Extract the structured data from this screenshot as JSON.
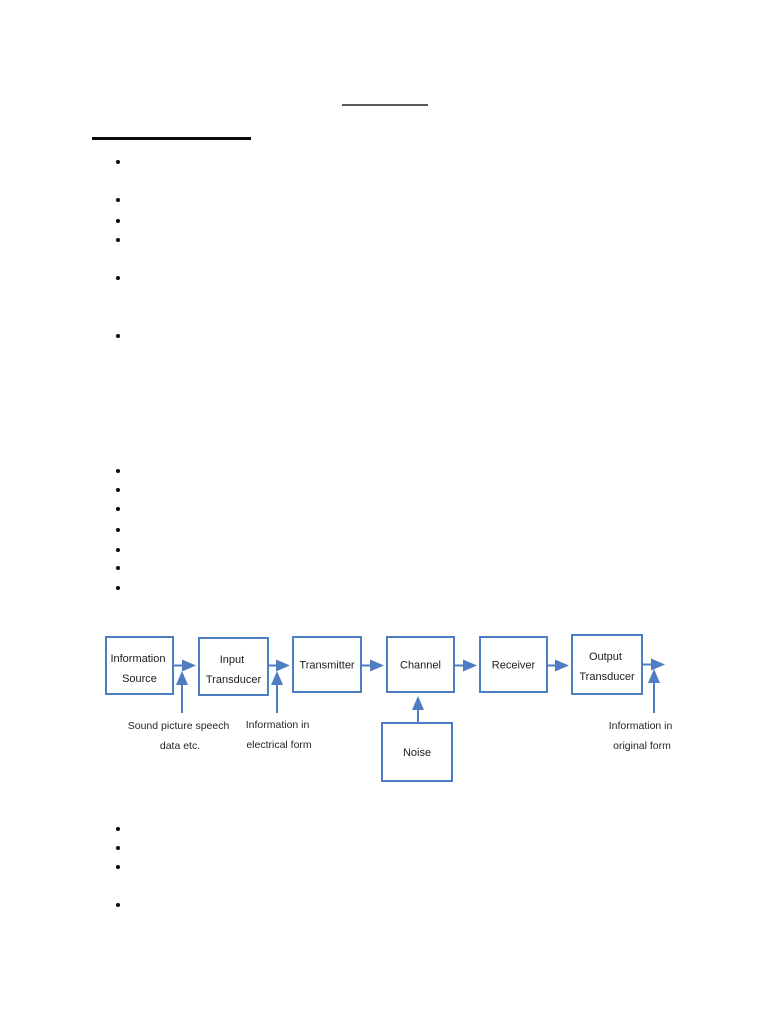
{
  "document": {
    "background": "#ffffff",
    "title_underline_color": "#595959",
    "heading_underline_color": "#0a0a0a"
  },
  "diagram": {
    "accent_color": "#4d7ec4",
    "blocks": [
      {
        "name": "information-source",
        "lines": [
          "Information",
          "Source"
        ]
      },
      {
        "name": "input-transducer",
        "lines": [
          "Input",
          "Transducer"
        ]
      },
      {
        "name": "transmitter",
        "lines": [
          "Transmitter"
        ]
      },
      {
        "name": "channel",
        "lines": [
          "Channel"
        ]
      },
      {
        "name": "receiver",
        "lines": [
          "Receiver"
        ]
      },
      {
        "name": "output-transducer",
        "lines": [
          "Output",
          "Transducer"
        ]
      },
      {
        "name": "noise",
        "lines": [
          "Noise"
        ]
      }
    ],
    "annotations": [
      {
        "name": "source-annotation",
        "lines": [
          "Sound picture speech",
          "data etc."
        ]
      },
      {
        "name": "electrical-annotation",
        "lines": [
          "Information in",
          "electrical form"
        ]
      },
      {
        "name": "output-annotation",
        "lines": [
          "Information in",
          "original form"
        ]
      }
    ]
  }
}
